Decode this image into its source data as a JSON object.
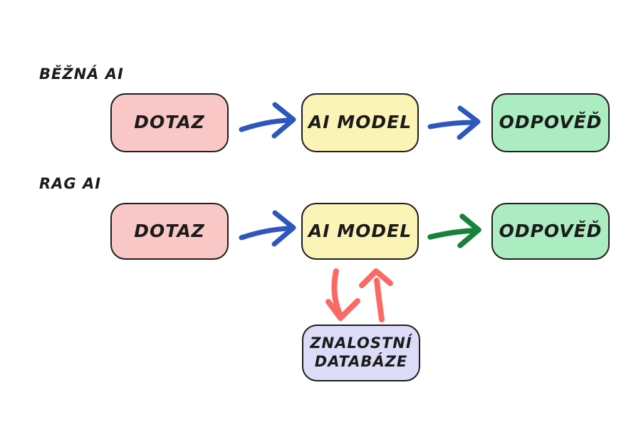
{
  "diagram": {
    "rows": {
      "bezna": {
        "label": "BĚŽNÁ AI",
        "nodes": [
          {
            "label": "DOTAZ"
          },
          {
            "label": "AI MODEL"
          },
          {
            "label": "ODPOVĚĎ"
          }
        ]
      },
      "rag": {
        "label": "RAG AI",
        "nodes": [
          {
            "label": "DOTAZ"
          },
          {
            "label": "AI MODEL"
          },
          {
            "label": "ODPOVĚĎ"
          }
        ],
        "knowledge_base": {
          "line1": "ZNALOSTNÍ",
          "line2": "DATABÁZE"
        }
      }
    },
    "colors": {
      "blue_arrow": "#2d57be",
      "green_arrow": "#17823b",
      "red_arrow": "#fa6a63",
      "node_border": "#1e1e1e",
      "pink_fill": "#f9c8c6",
      "yellow_fill": "#fcf4b7",
      "green_fill": "#abecc1",
      "lavender_fill": "#dddcf8",
      "background": "#ffffff"
    }
  }
}
